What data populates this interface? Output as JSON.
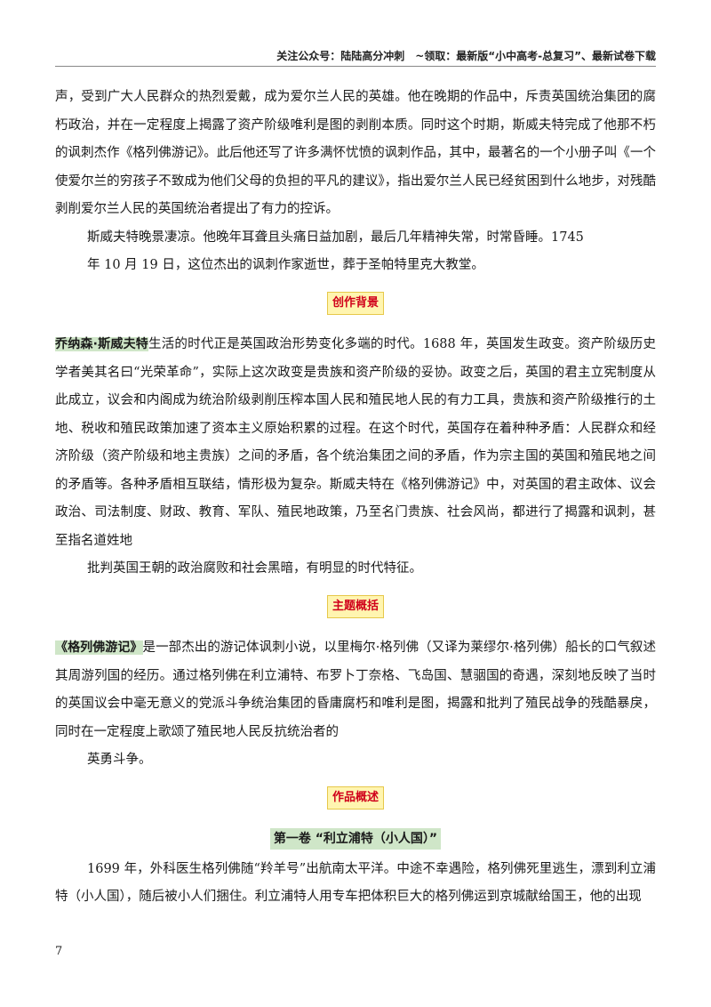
{
  "header": {
    "text": "关注公众号：陆陆高分冲刺　~领取：最新版“小中高考-总复习”、最新试卷下载"
  },
  "intro": {
    "p1": "声，受到广大人民群众的热烈爱戴，成为爱尔兰人民的英雄。他在晚期的作品中，斥责英国统治集团的腐朽政治，并在一定程度上揭露了资产阶级唯利是图的剥削本质。同时这个时期，斯威夫特完成了他那不朽的讽刺杰作《格列佛游记》。此后他还写了许多满怀忧愤的讽刺作品，其中，最著名的一个小册子叫《一个使爱尔兰的穷孩子不致成为他们父母的负担的平凡的建议》，指出爱尔兰人民已经贫困到什么地步，对残酷剥削爱尔兰人民的英国统治者提出了有力的控诉。",
    "p2": "斯威夫特晚景凄凉。他晚年耳聋且头痛日益加剧，最后几年精神失常，时常昏睡。1745",
    "p3": "年 10 月 19 日，这位杰出的讽刺作家逝世，葬于圣帕特里克大教堂。"
  },
  "background": {
    "label": "创作背景",
    "highlight": "乔纳森·斯威夫特",
    "text": "生活的时代正是英国政治形势变化多端的时代。1688 年，英国发生政变。资产阶级历史学者美其名曰“光荣革命”，实际上这次政变是贵族和资产阶级的妥协。政变之后，英国的君主立宪制度从此成立，议会和内阁成为统治阶级剥削压榨本国人民和殖民地人民的有力工具，贵族和资产阶级推行的土地、税收和殖民政策加速了资本主义原始积累的过程。在这个时代，英国存在着种种矛盾：人民群众和经济阶级（资产阶级和地主贵族）之间的矛盾，各个统治集团之间的矛盾，作为宗主国的英国和殖民地之间的矛盾等。各种矛盾相互联结，情形极为复杂。斯威夫特在《格列佛游记》中，对英国的君主政体、议会政治、司法制度、财政、教育、军队、殖民地政策，乃至名门贵族、社会风尚，都进行了揭露和讽刺，甚至指名道姓地",
    "text2": "批判英国王朝的政治腐败和社会黑暗，有明显的时代特征。"
  },
  "theme": {
    "label": "主题概括",
    "highlight": "《格列佛游记》",
    "text": "是一部杰出的游记体讽刺小说，以里梅尔·格列佛（又译为莱缪尔·格列佛）船长的口气叙述其周游列国的经历。通过格列佛在利立浦特、布罗卜丁奈格、飞岛国、慧骃国的奇遇，深刻地反映了当时的英国议会中毫无意义的党派斗争统治集团的昏庸腐朽和唯利是图，揭露和批判了殖民战争的残酷暴戾，同时在一定程度上歌颂了殖民地人民反抗统治者的",
    "text2": "英勇斗争。"
  },
  "overview": {
    "label": "作品概述",
    "chapter_title": "第一卷 “利立浦特（小人国）”",
    "text": "1699 年，外科医生格列佛随“羚羊号”出航南太平洋。中途不幸遇险，格列佛死里逃生，漂到利立浦特（小人国），随后被小人们捆住。利立浦特人用专车把体积巨大的格列佛运到京城献给国王，他的出现"
  },
  "footer": {
    "page_number": "7"
  }
}
